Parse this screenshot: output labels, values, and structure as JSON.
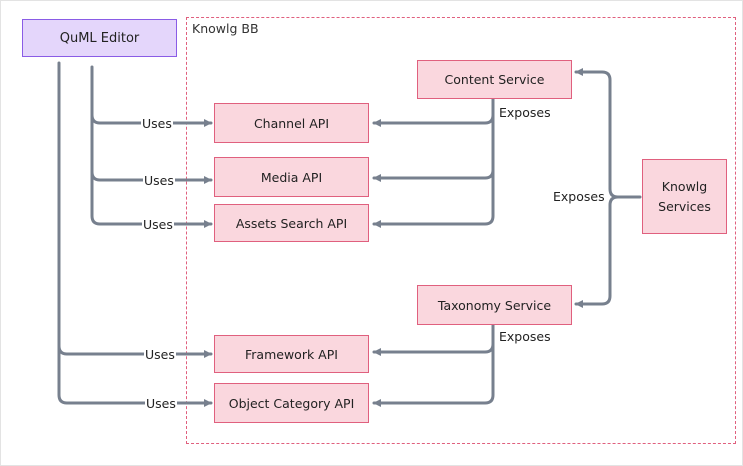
{
  "quml_editor": "QuML Editor",
  "knowlg_bb": "Knowlg BB",
  "apis": {
    "channel": "Channel API",
    "media": "Media API",
    "assets_search": "Assets Search API",
    "framework": "Framework API",
    "object_category": "Object Category API"
  },
  "services": {
    "content": "Content Service",
    "taxonomy": "Taxonomy Service",
    "knowlg_line1": "Knowlg",
    "knowlg_line2": "Services"
  },
  "edge_labels": {
    "uses": "Uses",
    "exposes": "Exposes"
  },
  "colors": {
    "api_fill": "#fad7de",
    "api_border": "#e0607e",
    "editor_fill": "#e4d6fb",
    "editor_border": "#8a5ce6",
    "connector": "#77808e"
  }
}
